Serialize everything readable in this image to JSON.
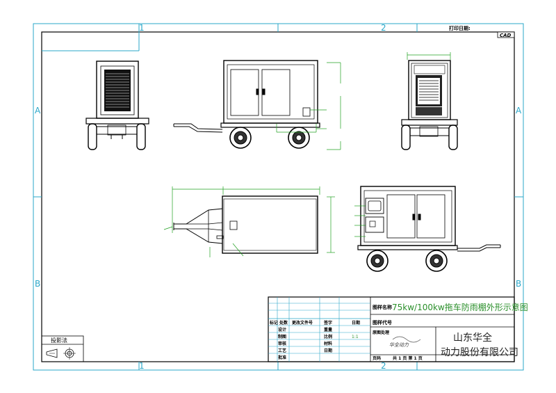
{
  "header": {
    "print_date_label": "打印日期:",
    "cad_tag": "CAD"
  },
  "grid": {
    "col1": "1",
    "col2": "2",
    "row_a": "A",
    "row_b": "B"
  },
  "title_block": {
    "drawing_name_label": "图样名称",
    "drawing_name_value": "75kw/100kw拖车防雨棚外形示意图",
    "drawing_code_label": "图样代号",
    "reference_label": "原图处理",
    "col_marks": "标记",
    "col_count": "处数",
    "col_change_doc": "更改文件号",
    "col_sign": "签字",
    "col_date": "日期",
    "row_design": "设计",
    "row_draw": "制图",
    "row_review": "审核",
    "row_process": "工艺",
    "row_approve": "批准",
    "row_weight": "重量",
    "row_scale": "比例",
    "row_material": "材料",
    "row_date": "日期",
    "scale_value": "1:1",
    "sheet_info": "共 1 页  第 1 页",
    "sheet_label": "页码",
    "company_line1": "山东华全",
    "company_line2": "动力股份有限公司",
    "logo_text": "华全动力"
  },
  "projection": {
    "label": "投影法"
  }
}
